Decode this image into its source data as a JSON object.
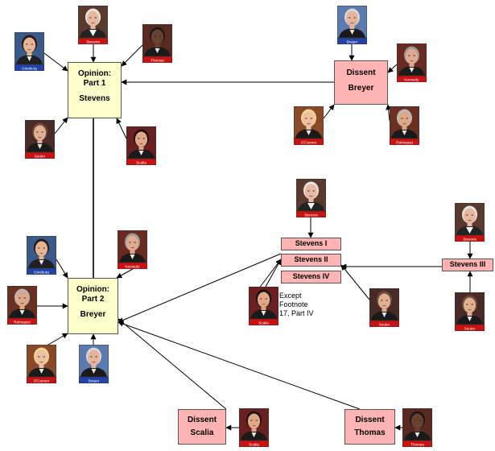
{
  "colors": {
    "opinion_fill": "#ffffcc",
    "dissent_fill": "#ffb3b3",
    "arrow": "#000000",
    "red_label": "#cc1111",
    "blue_label": "#2244aa"
  },
  "opinions": {
    "part1": {
      "lines": [
        "Opinion:",
        "Part 1",
        "Stevens"
      ]
    },
    "part2": {
      "lines": [
        "Opinion:",
        "Part 2",
        "Breyer"
      ]
    }
  },
  "dissents": {
    "breyer": {
      "lines": [
        "Dissent",
        "Breyer"
      ]
    },
    "scalia": {
      "lines": [
        "Dissent",
        "Scalia"
      ]
    },
    "thomas": {
      "lines": [
        "Dissent",
        "Thomas"
      ]
    }
  },
  "stevens_parts": [
    "Stevens I",
    "Stevens II",
    "Stevens IV",
    "Stevens III"
  ],
  "note": [
    "Except",
    "Footnote",
    "17, Part IV"
  ],
  "justices": [
    {
      "id": "stevens-1",
      "name": "Stevens",
      "band": "red"
    },
    {
      "id": "ginsburg-1",
      "name": "Ginsburg",
      "band": "blue"
    },
    {
      "id": "thomas-1",
      "name": "Thomas",
      "band": "red"
    },
    {
      "id": "souter-1",
      "name": "Souter",
      "band": "red"
    },
    {
      "id": "scalia-1",
      "name": "Scalia",
      "band": "red"
    },
    {
      "id": "breyer-1",
      "name": "Breyer",
      "band": "blue"
    },
    {
      "id": "kennedy-1",
      "name": "Kennedy",
      "band": "red"
    },
    {
      "id": "oconnor-1",
      "name": "O'Connor",
      "band": "red"
    },
    {
      "id": "rehnquist-1",
      "name": "Rehnquist",
      "band": "red"
    },
    {
      "id": "stevens-2",
      "name": "Stevens",
      "band": "red"
    },
    {
      "id": "stevens-3",
      "name": "Stevens",
      "band": "red"
    },
    {
      "id": "scalia-2",
      "name": "Scalia",
      "band": "red"
    },
    {
      "id": "souter-2",
      "name": "Souter",
      "band": "red"
    },
    {
      "id": "souter-3",
      "name": "Souter",
      "band": "red"
    },
    {
      "id": "ginsburg-2",
      "name": "Ginsburg",
      "band": "blue"
    },
    {
      "id": "kennedy-2",
      "name": "Kennedy",
      "band": "red"
    },
    {
      "id": "rehnquist-2",
      "name": "Rehnquist",
      "band": "red"
    },
    {
      "id": "oconnor-2",
      "name": "O'Connor",
      "band": "red"
    },
    {
      "id": "breyer-2",
      "name": "Breyer",
      "band": "blue"
    },
    {
      "id": "scalia-3",
      "name": "Scalia",
      "band": "red"
    },
    {
      "id": "thomas-2",
      "name": "Thomas",
      "band": "red"
    }
  ]
}
